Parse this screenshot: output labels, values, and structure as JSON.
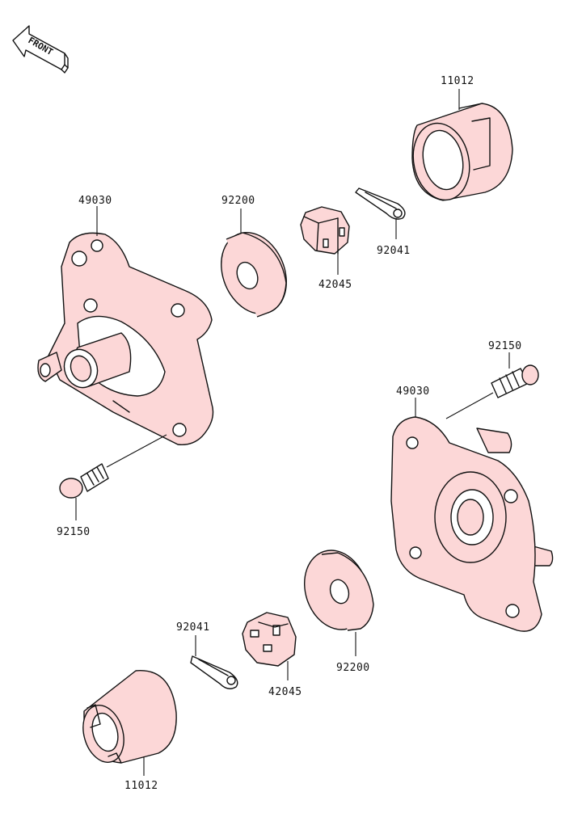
{
  "front_arrow": {
    "text": "FRONT"
  },
  "parts": {
    "cap_upper": "11012",
    "hub_left": "49030",
    "washer_upper": "92200",
    "nut_upper": "42045",
    "cotter_pin_upper": "92041",
    "stud_right": "92150",
    "hub_right": "49030",
    "stud_left": "92150",
    "washer_lower": "92200",
    "cotter_pin_lower": "92041",
    "nut_lower": "42045",
    "cap_lower": "11012"
  },
  "colors": {
    "part_fill": "#fcd7d7",
    "line": "#111111",
    "background": "#ffffff"
  }
}
